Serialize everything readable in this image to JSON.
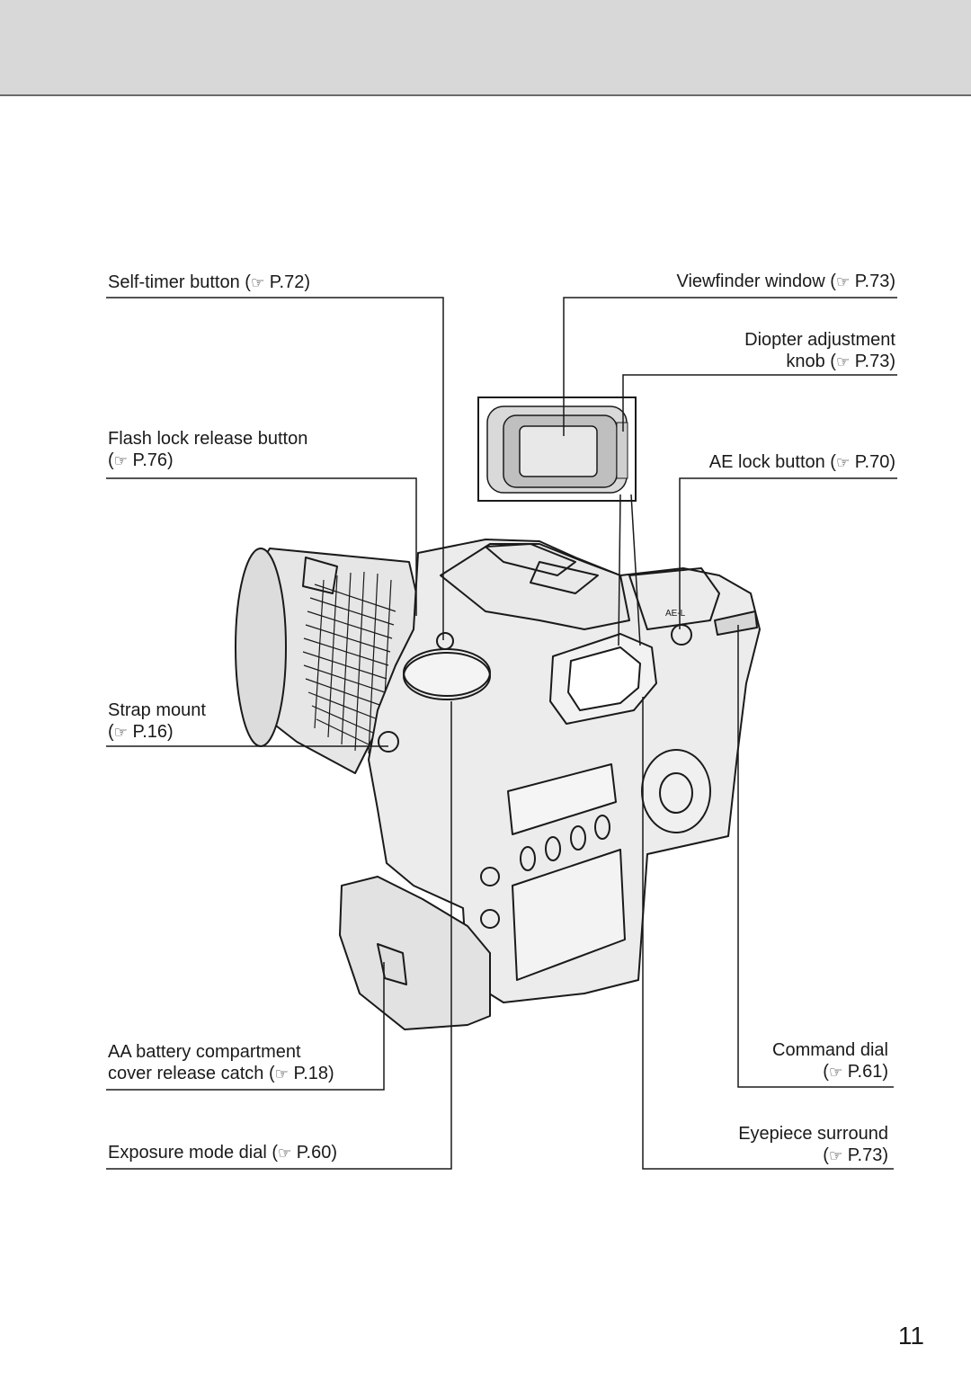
{
  "page": {
    "number": "11",
    "header_color": "#d8d8d8"
  },
  "labels": {
    "self_timer": {
      "text": "Self-timer button (",
      "ref": " P.72)"
    },
    "viewfinder_window": {
      "text": "Viewfinder window (",
      "ref": " P.73)"
    },
    "diopter": {
      "line1": "Diopter adjustment",
      "line2": "knob (",
      "ref": " P.73)"
    },
    "flash_lock": {
      "line1": "Flash lock release button",
      "line2": "(",
      "ref": " P.76)"
    },
    "ae_lock": {
      "text": "AE lock button (",
      "ref": " P.70)"
    },
    "strap_mount": {
      "line1": "Strap mount",
      "line2": "(",
      "ref": " P.16)"
    },
    "battery_catch": {
      "line1": "AA battery compartment",
      "line2": "cover release catch (",
      "ref": " P.18)"
    },
    "exposure_dial": {
      "text": "Exposure mode dial (",
      "ref": " P.60)"
    },
    "command_dial": {
      "line1": "Command dial",
      "line2": "(",
      "ref": " P.61)"
    },
    "eyepiece": {
      "line1": "Eyepiece surround",
      "line2": "(",
      "ref": " P.73)"
    }
  },
  "icons": {
    "page_ref": "pointing-hand-icon",
    "glyph": "☞"
  },
  "camera_markings": {
    "ae": "AE-L"
  }
}
